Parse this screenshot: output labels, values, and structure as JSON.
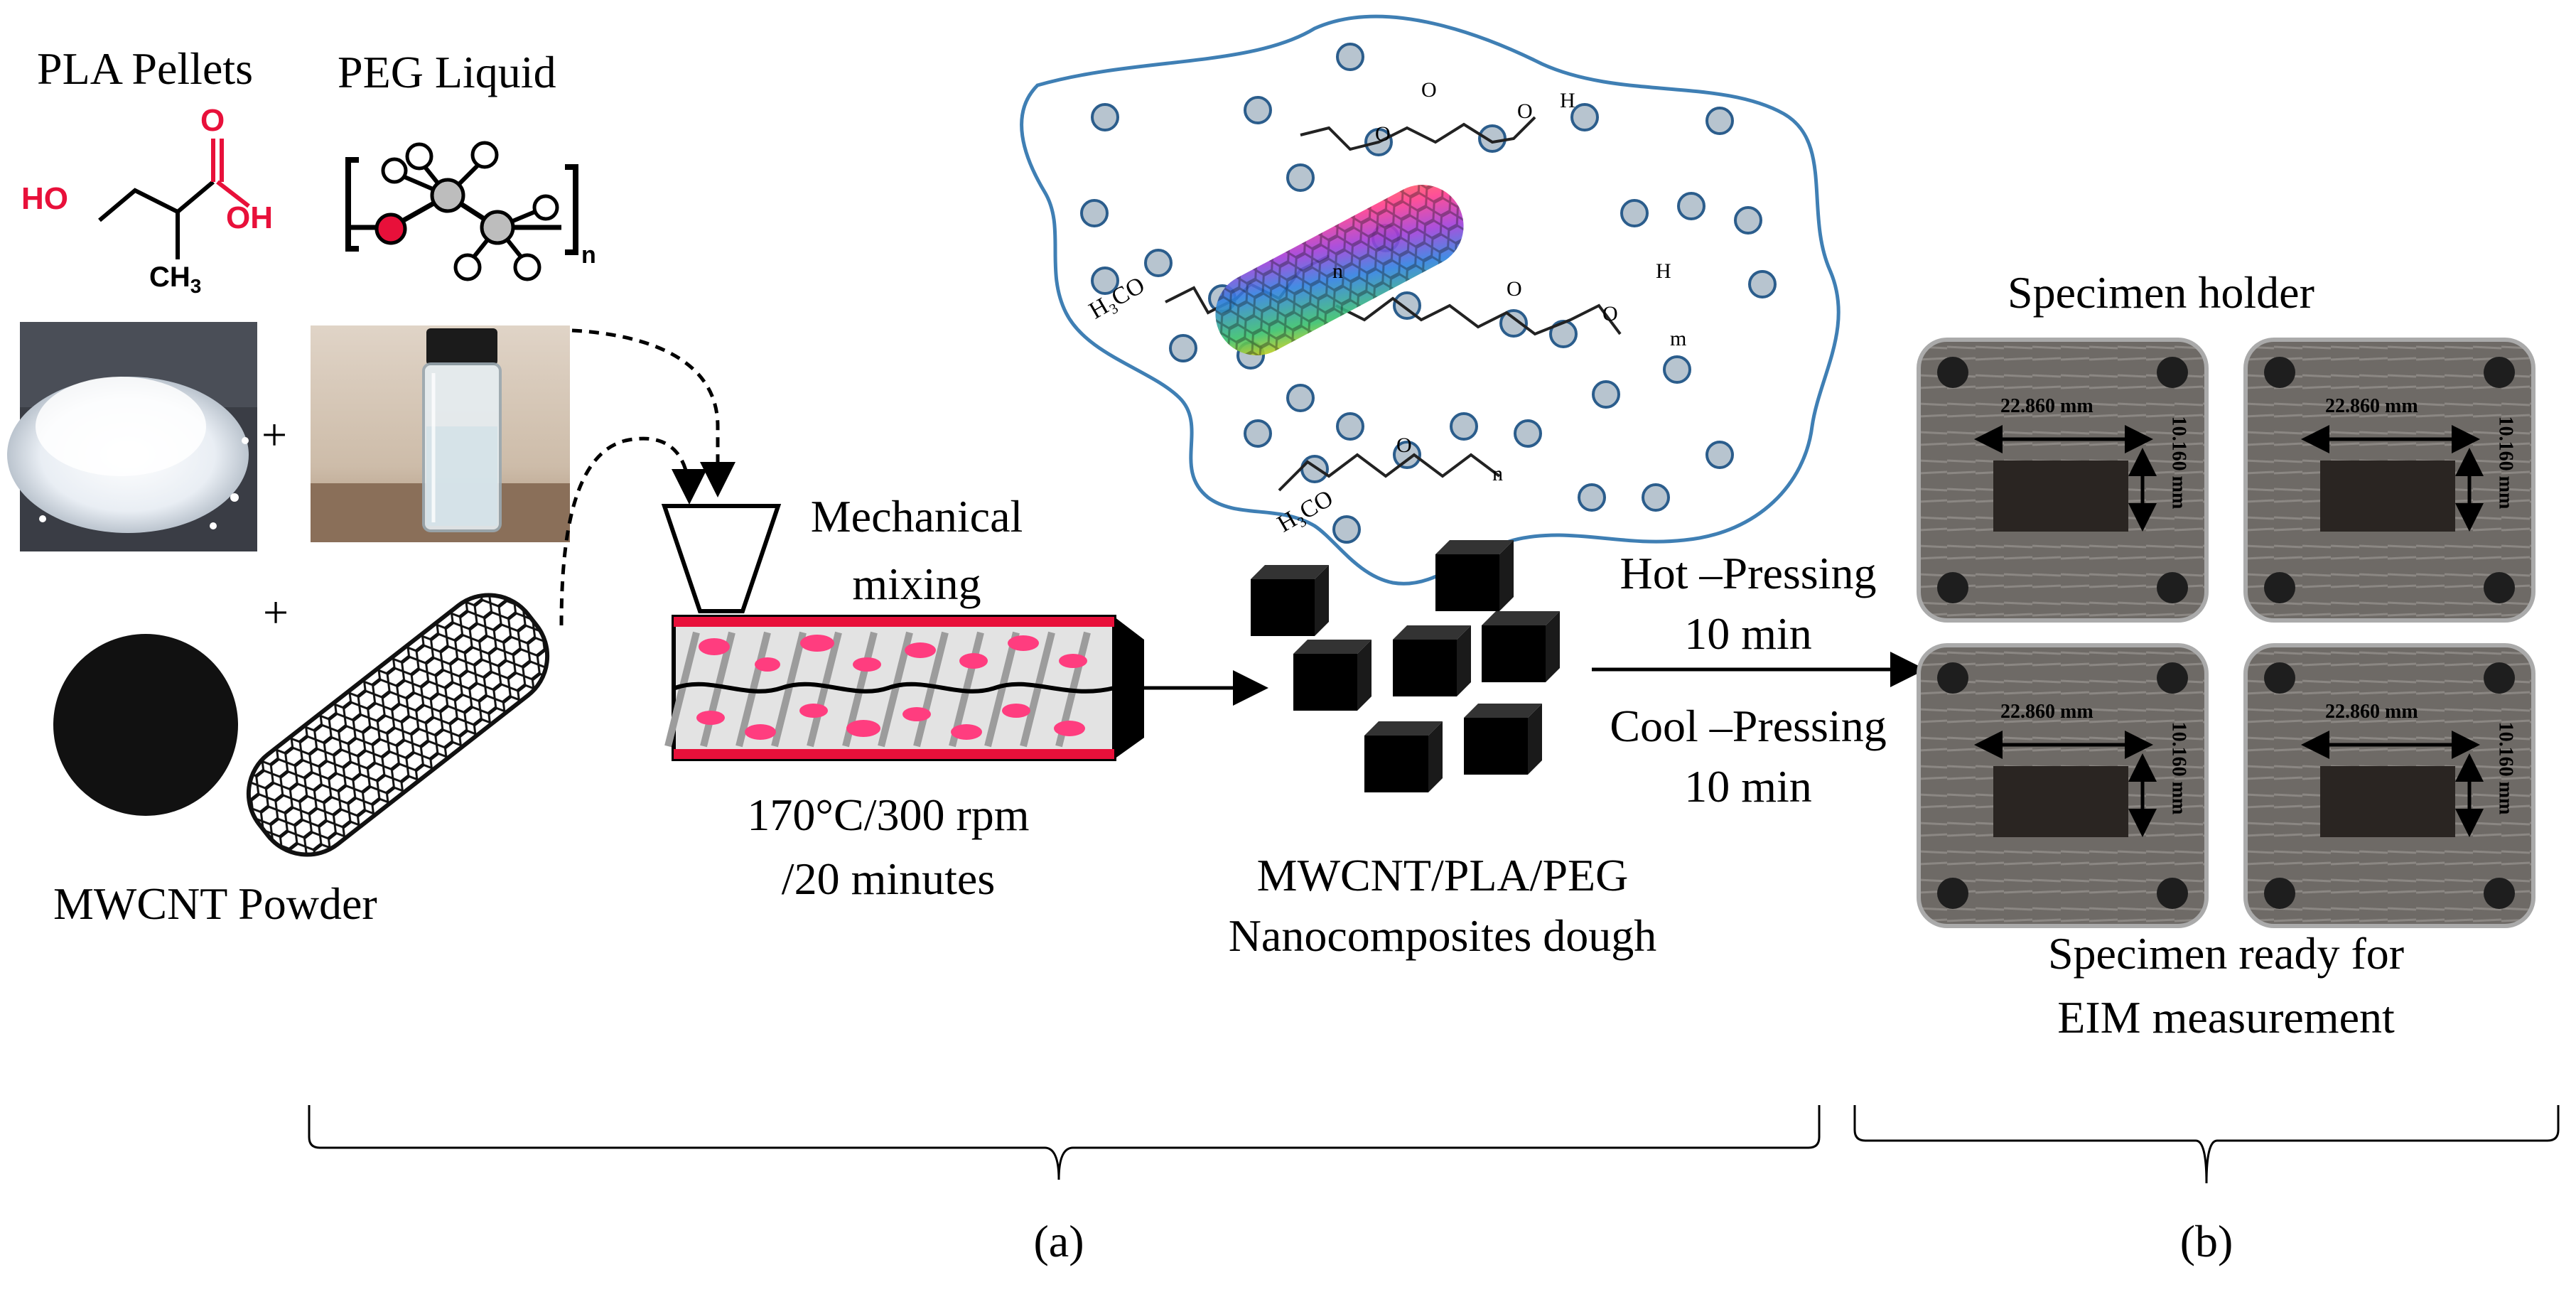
{
  "materials": {
    "pla_label": "PLA Pellets",
    "peg_label": "PEG Liquid",
    "mwcnt_label": "MWCNT Powder",
    "plus": "+",
    "pla_formula": {
      "ho": "HO",
      "o": "O",
      "oh": "OH",
      "ch": "CH",
      "sub": "3"
    },
    "peg_subscript": "n"
  },
  "mixing": {
    "title_line1": "Mechanical",
    "title_line2": "mixing",
    "cond_line1": "170°C/300 rpm",
    "cond_line2": "/20 minutes"
  },
  "molecule": {
    "h3co_top": "H₃CO",
    "h3co_bottom": "H₃CO",
    "sub_n1": "n",
    "sub_n2": "n",
    "sub_m": "m",
    "h1": "H",
    "h2": "H",
    "o1": "O",
    "o2": "O",
    "o3": "O",
    "o4": "O",
    "o5": "O",
    "o6": "O"
  },
  "dough": {
    "line1": "MWCNT/PLA/PEG",
    "line2": "Nanocomposites dough"
  },
  "pressing": {
    "hot": "Hot –Pressing",
    "hot_time": "10 min",
    "cool": "Cool –Pressing",
    "cool_time": "10 min"
  },
  "holder": {
    "title": "Specimen holder",
    "width_dim": "22.860 mm",
    "height_dim": "10.160 mm",
    "ready_line1": "Specimen ready for",
    "ready_line2": "EIM  measurement"
  },
  "panels": {
    "a": "(a)",
    "b": "(b)"
  },
  "colors": {
    "accent_red": "#e8103a",
    "pink": "#ff3d7f",
    "outline_blue": "#3f7fb4",
    "dot_gray": "#b7c4cf"
  }
}
